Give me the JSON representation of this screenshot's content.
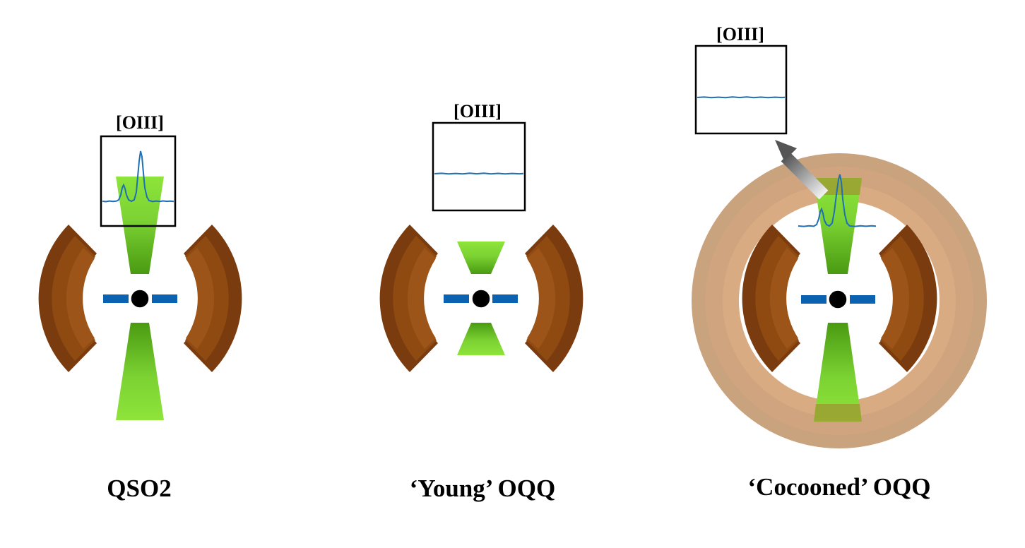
{
  "panels": [
    {
      "label": "QSO2",
      "inset_title": "[OIII]"
    },
    {
      "label": "‘Young’ OQQ",
      "inset_title": "[OIII]"
    },
    {
      "label": "‘Cocooned’ OQQ",
      "inset_title": "[OIII]"
    }
  ],
  "colors": {
    "torus_dark": "#7a3c0e",
    "torus_mid": "#8f4a12",
    "torus_light": "#9c5418",
    "cone_light": "#8ee43a",
    "cone_dark": "#4a9a12",
    "disk": "#0b62b0",
    "black_hole": "#000000",
    "spectrum_line": "#1f6fb4",
    "cocoon_outer": "#c9a27e",
    "cocoon_inner": "#d9ab82",
    "arrow_light": "#eeeeee",
    "arrow_dark": "#555555"
  },
  "icons": [
    "torus-shape",
    "ionization-cone",
    "accretion-disk",
    "black-hole",
    "spectrum-plot",
    "escape-arrow"
  ]
}
